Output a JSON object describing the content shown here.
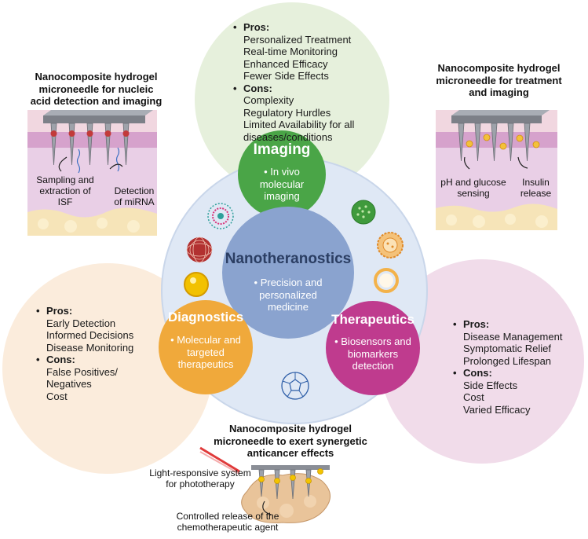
{
  "imaging": {
    "title": "Imaging",
    "bullet": "In vivo molecular imaging",
    "pros_label": "Pros:",
    "pros": [
      "Personalized Treatment",
      "Real-time Monitoring",
      "Enhanced Efficacy",
      "Fewer Side Effects"
    ],
    "cons_label": "Cons:",
    "cons": [
      "Complexity",
      "Regulatory Hurdles",
      "Limited Availability for all",
      "diseases/conditions"
    ]
  },
  "center": {
    "title": "Nanotheranostics",
    "bullet_lines": [
      "Precision and",
      "personalized",
      "medicine"
    ]
  },
  "diagnostics": {
    "title": "Diagnostics",
    "bullet_lines": [
      "Molecular and",
      "targeted",
      "therapeutics"
    ],
    "pros_label": "Pros:",
    "pros": [
      "Early Detection",
      "Informed Decisions",
      "Disease Monitoring"
    ],
    "cons_label": "Cons:",
    "cons": [
      "False Positives/",
      "Negatives",
      "Cost"
    ]
  },
  "therapeutics": {
    "title": "Therapeutics",
    "bullet_lines": [
      "Biosensors and",
      "biomarkers",
      "detection"
    ],
    "pros_label": "Pros:",
    "pros": [
      "Disease Management",
      "Symptomatic Relief",
      "Prolonged Lifespan"
    ],
    "cons_label": "Cons:",
    "cons": [
      "Side Effects",
      "Cost",
      "Varied Efficacy"
    ]
  },
  "panel_left": {
    "title_lines": [
      "Nanocomposite hydrogel",
      "microneedle for nucleic",
      "acid detection and imaging"
    ],
    "label_a_lines": [
      "Sampling and",
      "extraction of",
      "ISF"
    ],
    "label_b_lines": [
      "Detection",
      "of miRNA"
    ]
  },
  "panel_right": {
    "title_lines": [
      "Nanocomposite hydrogel",
      "microneedle for treatment",
      "and imaging"
    ],
    "label_a_lines": [
      "pH and glucose",
      "sensing"
    ],
    "label_b_lines": [
      "Insulin",
      "release"
    ]
  },
  "panel_bottom": {
    "title_lines": [
      "Nanocomposite hydrogel",
      "microneedle to exert synergetic",
      "anticancer effects"
    ],
    "label_a_lines": [
      "Light-responsive system",
      "for phototherapy"
    ],
    "label_b_lines": [
      "Controlled release of the",
      "chemotherapeutic agent"
    ]
  },
  "colors": {
    "imaging": "#4aa547",
    "center": "#8aa3cf",
    "diagnostics": "#f0a93b",
    "therapeutics": "#bf3b8e",
    "outer_ring": "#dfe8f5",
    "bg_green": "#e6f0dc",
    "bg_peach": "#fbecdc",
    "bg_pink": "#f1dcea"
  }
}
